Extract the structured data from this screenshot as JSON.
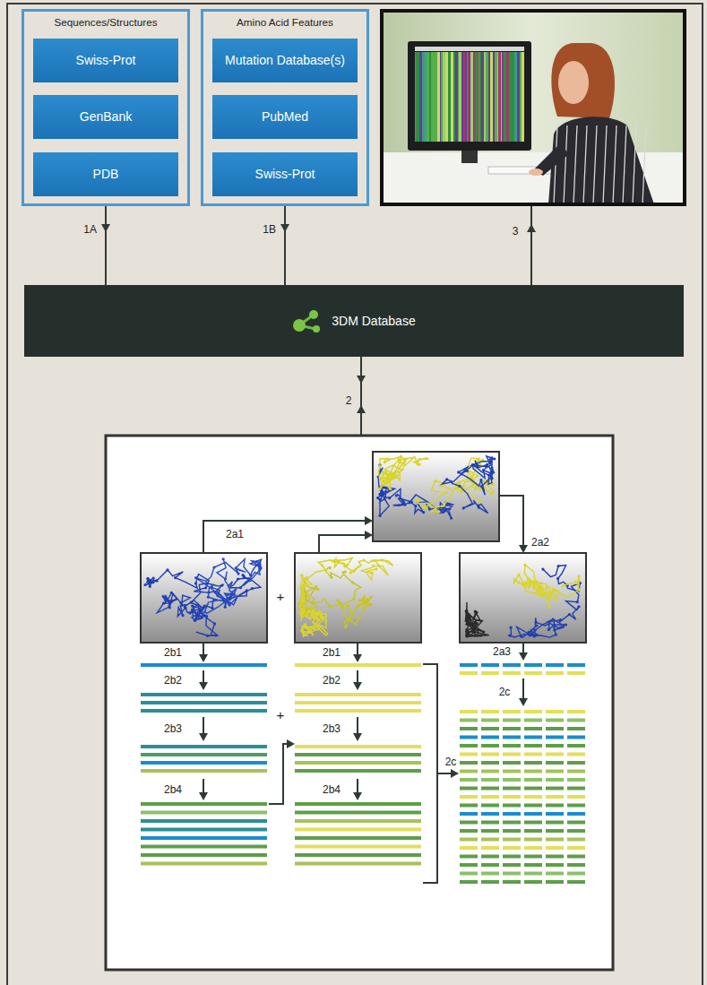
{
  "diagram": {
    "nodes": [
      {
        "text": [
          "Sequences/Structures"
        ]
      },
      {
        "text": [
          "Swiss-Prot"
        ],
        "in": 0
      },
      {
        "text": [
          "GenBank"
        ],
        "in": 0
      },
      {
        "text": [
          "PDB"
        ],
        "in": 0
      },
      {
        "text": [
          "Amino Acid Features"
        ]
      },
      {
        "text": [
          "Mutation Database(s)"
        ],
        "in": 4
      },
      {
        "text": [
          "PubMed"
        ],
        "in": 4
      },
      {
        "text": [
          "Swiss-Prot"
        ],
        "in": 4
      },
      {
        "text": [
          "3DM Database"
        ]
      }
    ],
    "edges": [
      {
        "from": 0,
        "to": 8,
        "label": "1A",
        "arrow": "to"
      },
      {
        "from": 4,
        "to": 8,
        "label": "1B",
        "arrow": "to"
      }
    ],
    "labels": [
      "3",
      "2",
      "2a1",
      "2a2",
      "+",
      "2b1",
      "2b2",
      "2b3",
      "2b4",
      "2b1",
      "2b2",
      "2b3",
      "2b4",
      "+",
      "2a3",
      "2c",
      "2c"
    ]
  }
}
